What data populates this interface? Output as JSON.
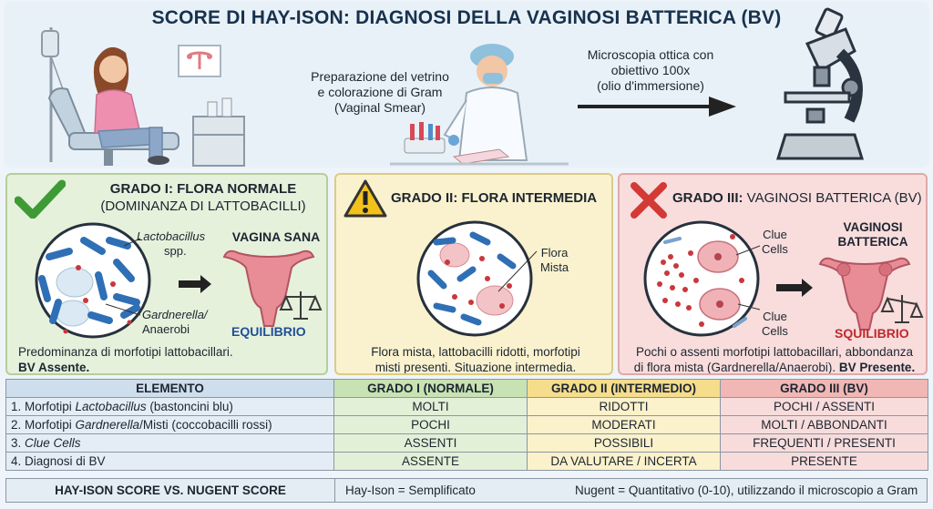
{
  "header": {
    "title": "SCORE DI HAY-ISON: DIAGNOSI DELLA VAGINOSI BATTERICA (BV)",
    "prep_text": [
      "Preparazione del vetrino",
      "e colorazione di Gram",
      "(Vaginal Smear)"
    ],
    "micro_text": [
      "Microscopia ottica con",
      "obiettivo 100x",
      "(olio d'immersione)"
    ]
  },
  "grades": [
    {
      "title_bold": "GRADO I: FLORA NORMALE",
      "title_rest": "(DOMINANZA DI LATTOBACILLI)",
      "label_a": [
        "Lactobacillus",
        "spp."
      ],
      "label_b": [
        "Gardnerella/",
        "Anaerobi"
      ],
      "organ_label": "VAGINA SANA",
      "state_label": "EQUILIBRIO",
      "desc_line1": "Predominanza di morfotipi lattobacillari.",
      "desc_bold": "BV Assente."
    },
    {
      "title_bold": "GRADO II: FLORA INTERMEDIA",
      "label_a": [
        "Flora",
        "Mista"
      ],
      "desc_line1": "Flora mista, lattobacilli ridotti, morfotipi",
      "desc_line2": "misti presenti. Situazione intermedia."
    },
    {
      "title_bold": "GRADO III:",
      "title_rest": "VAGINOSI BATTERICA (BV)",
      "label_a": [
        "Clue",
        "Cells"
      ],
      "label_b": [
        "Clue",
        "Cells"
      ],
      "organ_label": [
        "VAGINOSI",
        "BATTERICA"
      ],
      "state_label": "SQUILIBRIO",
      "desc_line1": "Pochi o assenti morfotipi lattobacillari, abbondanza",
      "desc_line2_plain": "di flora mista (Gardnerella/Anaerobi).",
      "desc_bold": "BV Presente."
    }
  ],
  "table": {
    "headers": [
      "ELEMENTO",
      "GRADO I (NORMALE)",
      "GRADO II (INTERMEDIO)",
      "GRADO III (BV)"
    ],
    "rows": [
      {
        "pre": "1. Morfotipi ",
        "em": "Lactobacillus",
        "post": " (bastoncini blu)",
        "cells": [
          "MOLTI",
          "RIDOTTI",
          "POCHI / ASSENTI"
        ]
      },
      {
        "pre": "2. Morfotipi ",
        "em": "Gardnerella",
        "post": "/Misti (coccobacilli rossi)",
        "cells": [
          "POCHI",
          "MODERATI",
          "MOLTI / ABBONDANTI"
        ]
      },
      {
        "pre": "3. ",
        "em": "Clue Cells",
        "post": "",
        "cells": [
          "ASSENTI",
          "POSSIBILI",
          "FREQUENTI / PRESENTI"
        ]
      },
      {
        "pre": "4. Diagnosi di BV",
        "em": "",
        "post": "",
        "cells": [
          "ASSENTE",
          "DA VALUTARE / INCERTA",
          "PRESENTE"
        ]
      }
    ]
  },
  "footer": {
    "label": "HAY-ISON SCORE VS. NUGENT SCORE",
    "hay": "Hay-Ison = Semplificato",
    "nugent": "Nugent = Quantitativo (0-10), utilizzando il microscopio a Gram"
  },
  "colors": {
    "lactobacilli": "#2f6fb5",
    "gardnerella": "#c9373c",
    "check": "#3e9a35",
    "warning": "#f2c21b",
    "cross": "#d33a35",
    "balance": "#1f4f9a",
    "squilibrio": "#c0282d"
  }
}
